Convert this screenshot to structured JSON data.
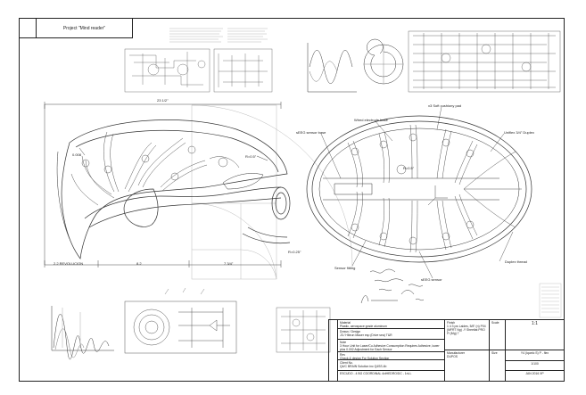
{
  "project": {
    "title": "Project \"Mind reader\""
  },
  "dims": {
    "top_width": "23 1/2\"",
    "left_seg": "2.2 REVOLUCION",
    "mid_seg": "8.2",
    "right_seg": "7 3/4\"",
    "r_small": "R=0.5\"",
    "r_sensor": "R=0.5\"",
    "r_ear": "R=0.25\"",
    "spacing": "0.008"
  },
  "callouts": {
    "sensor_base": "sEEG sensor base",
    "wired_electrode": "Wired electrode base",
    "soft_cushion": "x3 Soft cushiony pad",
    "uniflex_duplex": "Uniflex 3/4\" Duplex",
    "sensor_fitting": "Sensor fitting",
    "eeg_sensor": "sEEG sensor",
    "duplex_thread": "Duplex thread"
  },
  "titleblock": {
    "material_h": "Material",
    "material_v": "Plastic, aerospace grade aluminum",
    "drawn_h": "Drawn / Design",
    "drawn_v": "J3 / Hibrun Mauer esp (Drive sea) T&R",
    "notes_h": "Note",
    "notes_v": "3 Hour Unit for Laser/Cu Adhesive Consumption Requires Adhesive, lower plus 0.002 Adjustment for Each Sensor",
    "rev_h": "Rev",
    "rev_v": "Check & design For Solution Section",
    "client_h": "Client No.",
    "client_v": "Q4/C BRAIN Solution inc Q4SS.4b",
    "code_v": "ESCUDO - 4 BG COORDINAL 4ctHEDRO/DC - 1nLL",
    "finish_h": "Finish",
    "finish_v": "1 4 3 pw Laides, 5/8\" (n) P04 (MFRT Ng) -Y Sheetlat PRO Fl (Mg) 7",
    "manuf_h": "Manufacturer",
    "manuf_v": "DUPOS",
    "scale_h": "Scale",
    "scale_v": "1:1",
    "size_h": "Size",
    "size_v": "Y4 (Iquelo S) P - flex",
    "sheet_v": "1/100",
    "date_v": "JAN 2016 XP"
  }
}
